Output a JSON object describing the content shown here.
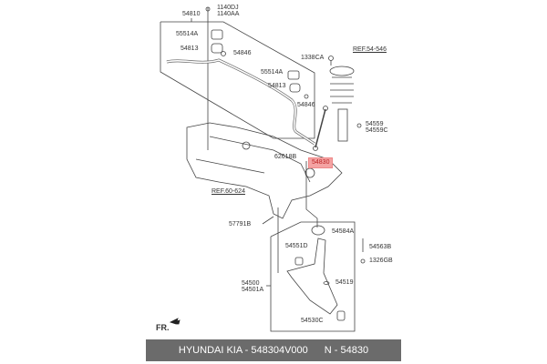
{
  "labels": {
    "stabilizer_bar": "54810",
    "bolt_a": "1140DJ",
    "bolt_b": "1140AA",
    "bracket_left": "55514A",
    "bushing_left": "54813",
    "nut_left": "54846",
    "nut_top": "1338CA",
    "ref_strut": "REF.54-546",
    "bracket_right": "55514A",
    "bushing_right": "54813",
    "nut_right": "54846",
    "strut_bolt_a": "54559",
    "strut_bolt_b": "54559C",
    "link_nut": "62618B",
    "stabilizer_link": "54830",
    "ref_subframe": "REF.60-624",
    "subframe_bolt": "57791B",
    "bushing_g": "54584A",
    "bushing_d": "54551D",
    "bolt_arm": "54563B",
    "nut_arm": "1326GB",
    "arm_a": "54500",
    "arm_b": "54501A",
    "washer": "54519",
    "ball_joint": "54530C",
    "front": "FR."
  },
  "highlight_color": "#f4a3a3",
  "footer": {
    "part": "HYUNDAI  KIA - 548304V000",
    "number": "N - 54830"
  }
}
